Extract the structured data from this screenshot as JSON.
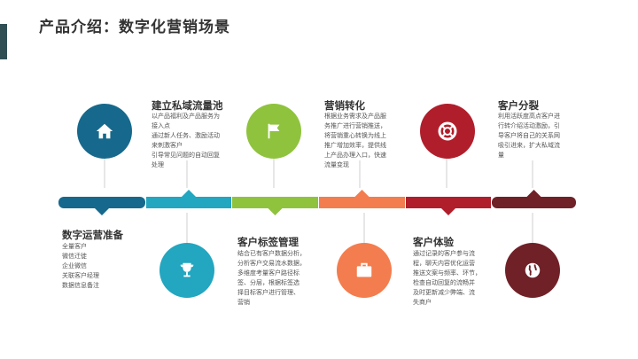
{
  "page": {
    "title": "产品介绍：数字化营销场景"
  },
  "colors": {
    "s1": "#16698c",
    "s2": "#23a6c0",
    "s3": "#8fc33d",
    "s4": "#f37d4e",
    "s5": "#b11e2b",
    "s6": "#702128",
    "heading": "#333333",
    "text": "#555555",
    "accent_bar": "#2f4f55"
  },
  "stages": [
    {
      "title": "数字运营准备",
      "icon": "home-icon",
      "lines": [
        "全量客户",
        "微信迁徙",
        "企业微信",
        "关联客户经理",
        "数据信息备注"
      ]
    },
    {
      "title": "建立私域流量池",
      "icon": "flag-icon",
      "lines": [
        "以产品福利及产品服务为",
        "接入点",
        "通过新人任务、激励活动",
        "来刺激客户",
        "引导常见问题的自动回复",
        "处理"
      ]
    },
    {
      "title": "客户标签管理",
      "icon": "trophy-icon",
      "lines": [
        "结合已有客户数据分析，",
        "分析客户交易流水数据，",
        "多维度考量客户路径标",
        "签、分层，根据标签选",
        "择目标客户进行管理、",
        "营销"
      ]
    },
    {
      "title": "营销转化",
      "icon": "briefcase-icon",
      "lines": [
        "根据业务需求及产品服",
        "务推广进行营销推送，",
        "将营销重心转换为线上",
        "推广增加效率，提供线",
        "上产品办理入口，快速",
        "流量变现"
      ]
    },
    {
      "title": "客户体验",
      "icon": "lifebuoy-icon",
      "lines": [
        "通过记录的客户参与流",
        "程，聊天内容优化运营",
        "推送文案与频率、环节，",
        "检查自动回复的流畅并",
        "及时更新减少弊端、流",
        "失商户"
      ]
    },
    {
      "title": "客户分裂",
      "icon": "globe-icon",
      "lines": [
        "利用活跃度高点客户进",
        "行转介绍活动激励，引",
        "导客户将自己的关系网",
        "吸引进来，扩大私域流",
        "量"
      ]
    }
  ]
}
